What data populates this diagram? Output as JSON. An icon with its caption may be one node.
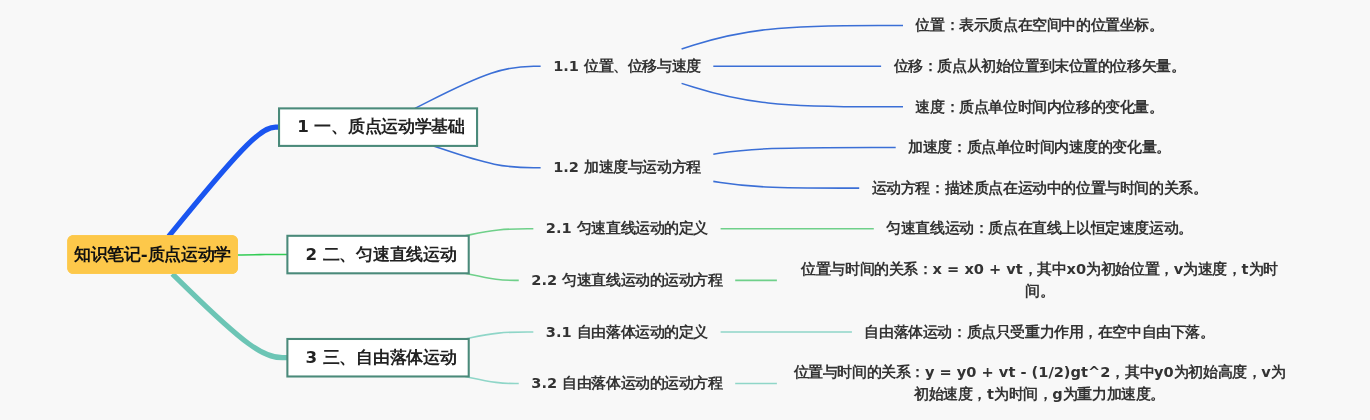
{
  "diagram": {
    "nodes": [
      {
        "text": [
          "知识笔记-质点运动学"
        ]
      },
      {
        "text": [
          "1",
          "一、质点运动学基础"
        ]
      },
      {
        "text": [
          "1.1 位置、位移与速度"
        ]
      },
      {
        "text": [
          "位置：表示质点在空间中的位置坐标。"
        ]
      },
      {
        "text": [
          "位移：质点从初始位置到末位置的位移矢量。"
        ]
      },
      {
        "text": [
          "速度：质点单位时间内位移的变化量。"
        ]
      },
      {
        "text": [
          "1.2 加速度与运动方程"
        ]
      },
      {
        "text": [
          "加速度：质点单位时间内速度的变化量。"
        ]
      },
      {
        "text": [
          "运动方程：描述质点在运动中的位置与时间的关系。"
        ]
      },
      {
        "text": [
          "2",
          "二、匀速直线运动"
        ]
      },
      {
        "text": [
          "2.1 匀速直线运动的定义"
        ]
      },
      {
        "text": [
          "匀速直线运动：质点在直线上以恒定速度运动。"
        ]
      },
      {
        "text": [
          "2.2 匀速直线运动的运动方程"
        ]
      },
      {
        "text": [
          "位置与时间的关系：x = x0 + vt，其中x0为初始位置，v为速度，t为时间。"
        ]
      },
      {
        "text": [
          "3",
          "三、自由落体运动"
        ]
      },
      {
        "text": [
          "3.1 自由落体运动的定义"
        ]
      },
      {
        "text": [
          "自由落体运动：质点只受重力作用，在空中自由下落。"
        ]
      },
      {
        "text": [
          "3.2 自由落体运动的运动方程"
        ]
      },
      {
        "text": [
          "位置与时间的关系：y = y0 + vt - (1/2)gt^2，其中y0为初始高度，v为初始速度，t为时间，g为重力加速度。"
        ]
      }
    ],
    "edges": [
      {
        "from": 0,
        "to": 1,
        "arrow": "none",
        "style": "thick",
        "color": "#1a55f0"
      },
      {
        "from": 1,
        "to": 2,
        "arrow": "none",
        "color": "#3b6fd6"
      },
      {
        "from": 2,
        "to": 3,
        "arrow": "none",
        "color": "#3b6fd6"
      },
      {
        "from": 2,
        "to": 4,
        "arrow": "none",
        "color": "#3b6fd6"
      },
      {
        "from": 2,
        "to": 5,
        "arrow": "none",
        "color": "#3b6fd6"
      },
      {
        "from": 1,
        "to": 6,
        "arrow": "none",
        "color": "#3b6fd6"
      },
      {
        "from": 6,
        "to": 7,
        "arrow": "none",
        "color": "#3b6fd6"
      },
      {
        "from": 6,
        "to": 8,
        "arrow": "none",
        "color": "#3b6fd6"
      },
      {
        "from": 0,
        "to": 9,
        "arrow": "none",
        "color": "#33cc55"
      },
      {
        "from": 9,
        "to": 10,
        "arrow": "none",
        "color": "#6fd08a"
      },
      {
        "from": 10,
        "to": 11,
        "arrow": "none",
        "color": "#6fd08a"
      },
      {
        "from": 9,
        "to": 12,
        "arrow": "none",
        "color": "#6fd08a"
      },
      {
        "from": 12,
        "to": 13,
        "arrow": "none",
        "color": "#6fd08a"
      },
      {
        "from": 0,
        "to": 14,
        "arrow": "none",
        "style": "thick",
        "color": "#6cc5b5"
      },
      {
        "from": 14,
        "to": 15,
        "arrow": "none",
        "color": "#8fd6c8"
      },
      {
        "from": 15,
        "to": 16,
        "arrow": "none",
        "color": "#8fd6c8"
      },
      {
        "from": 14,
        "to": 17,
        "arrow": "none",
        "color": "#8fd6c8"
      },
      {
        "from": 17,
        "to": 18,
        "arrow": "none",
        "color": "#8fd6c8"
      }
    ]
  }
}
